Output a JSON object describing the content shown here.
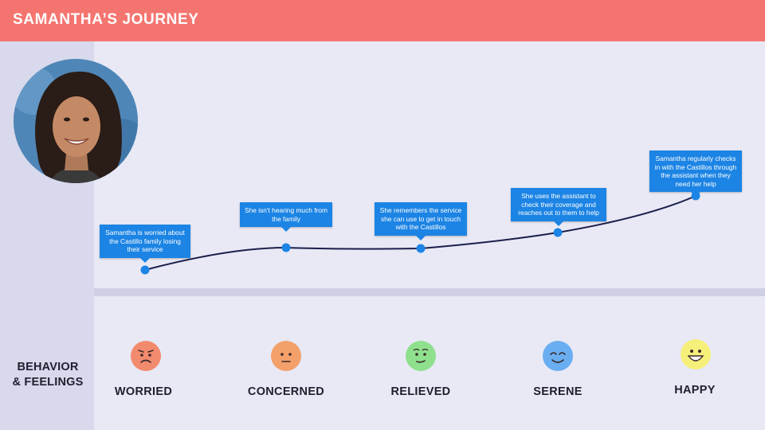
{
  "header": {
    "title": "SAMANTHA’S JOURNEY"
  },
  "persona": {
    "avatar_alt": "Samantha"
  },
  "row_label": {
    "line1": "BEHAVIOR",
    "line2": "& FEELINGS"
  },
  "colors": {
    "header": "#f47570",
    "note": "#1c84e4",
    "dot": "#1c84e4",
    "line": "#1b1f4a",
    "worried": "#f28b6e",
    "concerned": "#f3a06a",
    "relieved": "#8ee08d",
    "serene": "#6aaef2",
    "happy": "#f6ef7a"
  },
  "steps": [
    {
      "note": "Samantha is worried about the Castillo family losing their service",
      "emotion": "WORRIED",
      "face_icon": "worried-face-icon"
    },
    {
      "note": "She isn't hearing much from the family",
      "emotion": "CONCERNED",
      "face_icon": "concerned-face-icon"
    },
    {
      "note": "She remembers the service she can use to get in touch with the Castillos",
      "emotion": "RELIEVED",
      "face_icon": "relieved-face-icon"
    },
    {
      "note": "She uses the assistant to check their coverage and reaches out to them to help",
      "emotion": "SERENE",
      "face_icon": "serene-face-icon"
    },
    {
      "note": "Samantha regularly checks in with the Castillos through the assistant when they need her help",
      "emotion": "HAPPY",
      "face_icon": "happy-face-icon"
    }
  ]
}
